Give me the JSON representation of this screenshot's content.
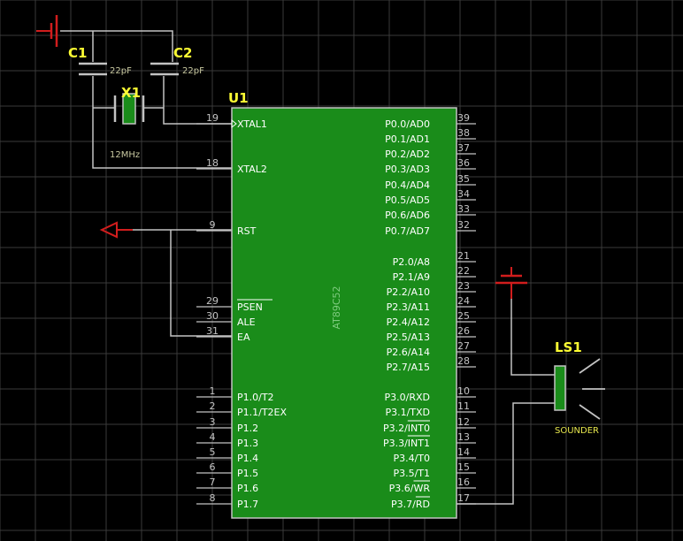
{
  "colors": {
    "background": "#000000",
    "grid": "#3a3a3a",
    "chip_fill": "#1a8c1a",
    "wire": "#c3c3c3",
    "terminal": "#d11d1d",
    "ref_label": "#ffff33"
  },
  "components": {
    "c1": {
      "ref": "C1",
      "value": "22pF"
    },
    "c2": {
      "ref": "C2",
      "value": "22pF"
    },
    "x1": {
      "ref": "X1",
      "value": "12MHz"
    },
    "u1": {
      "ref": "U1",
      "part": "AT89C52"
    },
    "ls1": {
      "ref": "LS1",
      "value": "SOUNDER"
    }
  },
  "left_pins": [
    {
      "num": "19",
      "name": "XTAL1"
    },
    {
      "num": "18",
      "name": "XTAL2"
    },
    {
      "num": "9",
      "name": "RST"
    },
    {
      "num": "29",
      "name": "PSEN"
    },
    {
      "num": "30",
      "name": "ALE"
    },
    {
      "num": "31",
      "name": "EA"
    },
    {
      "num": "1",
      "name": "P1.0/T2"
    },
    {
      "num": "2",
      "name": "P1.1/T2EX"
    },
    {
      "num": "3",
      "name": "P1.2"
    },
    {
      "num": "4",
      "name": "P1.3"
    },
    {
      "num": "5",
      "name": "P1.4"
    },
    {
      "num": "6",
      "name": "P1.5"
    },
    {
      "num": "7",
      "name": "P1.6"
    },
    {
      "num": "8",
      "name": "P1.7"
    }
  ],
  "right_pins": [
    {
      "num": "39",
      "name": "P0.0/AD0"
    },
    {
      "num": "38",
      "name": "P0.1/AD1"
    },
    {
      "num": "37",
      "name": "P0.2/AD2"
    },
    {
      "num": "36",
      "name": "P0.3/AD3"
    },
    {
      "num": "35",
      "name": "P0.4/AD4"
    },
    {
      "num": "34",
      "name": "P0.5/AD5"
    },
    {
      "num": "33",
      "name": "P0.6/AD6"
    },
    {
      "num": "32",
      "name": "P0.7/AD7"
    },
    {
      "num": "21",
      "name": "P2.0/A8"
    },
    {
      "num": "22",
      "name": "P2.1/A9"
    },
    {
      "num": "23",
      "name": "P2.2/A10"
    },
    {
      "num": "24",
      "name": "P2.3/A11"
    },
    {
      "num": "25",
      "name": "P2.4/A12"
    },
    {
      "num": "26",
      "name": "P2.5/A13"
    },
    {
      "num": "27",
      "name": "P2.6/A14"
    },
    {
      "num": "28",
      "name": "P2.7/A15"
    },
    {
      "num": "10",
      "name": "P3.0/RXD"
    },
    {
      "num": "11",
      "name": "P3.1/TXD"
    },
    {
      "num": "12",
      "name": "P3.2/INT0"
    },
    {
      "num": "13",
      "name": "P3.3/INT1"
    },
    {
      "num": "14",
      "name": "P3.4/T0"
    },
    {
      "num": "15",
      "name": "P3.5/T1"
    },
    {
      "num": "16",
      "name": "P3.6/WR"
    },
    {
      "num": "17",
      "name": "P3.7/RD"
    }
  ]
}
